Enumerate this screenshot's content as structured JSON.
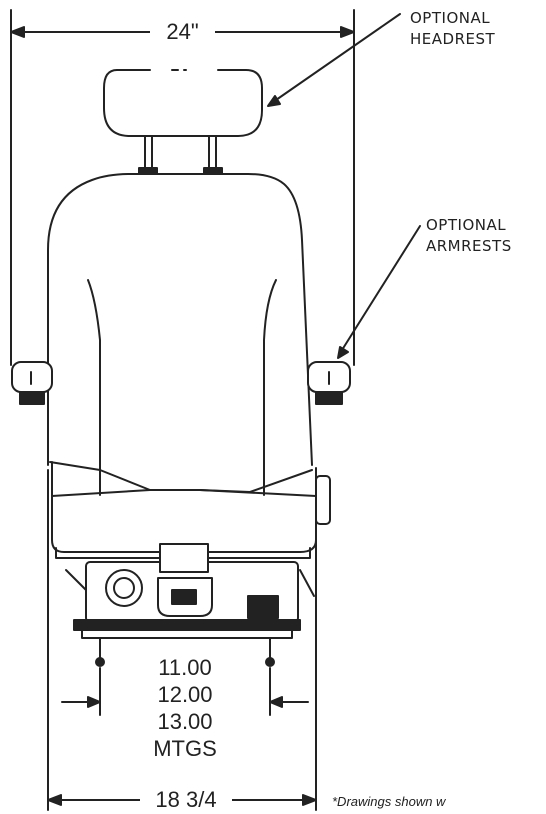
{
  "diagram": {
    "top_width": "24\"",
    "headrest_callout": [
      "OPTIONAL",
      "HEADREST"
    ],
    "armrest_callout": [
      "OPTIONAL",
      "ARMRESTS"
    ],
    "mounting_widths": [
      "11.00",
      "12.00",
      "13.00",
      "MTGS"
    ],
    "base_width": "18 3/4",
    "footnote": "*Drawings shown w"
  }
}
